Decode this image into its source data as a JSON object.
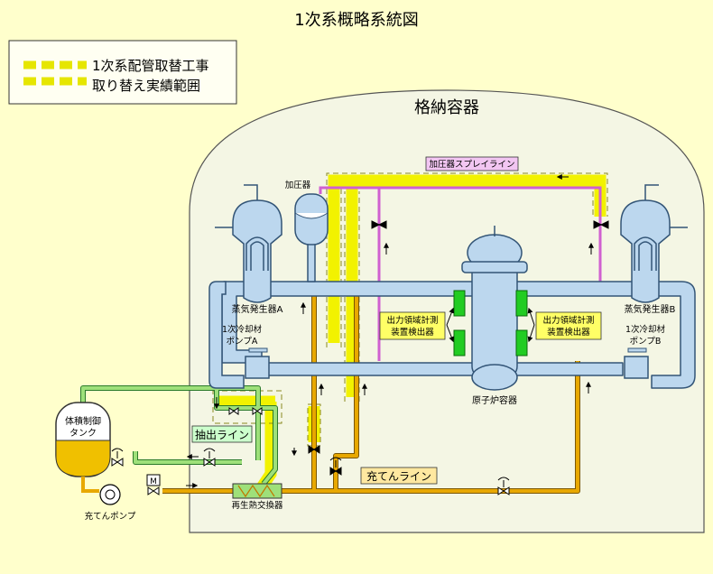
{
  "title": "1次系概略系統図",
  "legend": {
    "line1": "1次系配管取替工事",
    "line2": "取り替え実績範囲"
  },
  "containment": {
    "label": "格納容器"
  },
  "components": {
    "pressurizer": "加圧器",
    "spray_line": "加圧器スプレイライン",
    "sg_a": "蒸気発生器A",
    "sg_b": "蒸気発生器B",
    "pump_a_line1": "1次冷却材",
    "pump_a_line2": "ポンプA",
    "pump_b_line1": "1次冷却材",
    "pump_b_line2": "ポンプB",
    "reactor_vessel": "原子炉容器",
    "detector_left_line1": "出力領域計測",
    "detector_left_line2": "装置検出器",
    "detector_right_line1": "出力領域計測",
    "detector_right_line2": "装置検出器",
    "letdown_line": "抽出ライン",
    "charging_line": "充てんライン",
    "vct_line1": "体積制御",
    "vct_line2": "タンク",
    "charging_pump": "充てんポンプ",
    "regen_hx": "再生熱交換器",
    "motor_mark": "M"
  },
  "colors": {
    "background": "#ffffcc",
    "containment_fill": "#f4f6e4",
    "main_pipe": "#bcd7ee",
    "pipe_outline": "#335577",
    "charging_pipe": "#e8a800",
    "letdown_pipe": "#9ee07a",
    "spray_pipe": "#d060d0",
    "replaced_highlight": "#f2f200",
    "detector": "#22cc22",
    "tank_fill": "#f0c000"
  }
}
